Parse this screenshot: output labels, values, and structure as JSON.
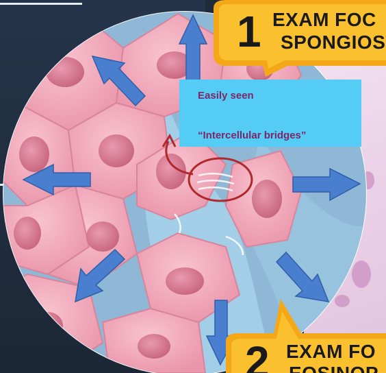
{
  "callout": {
    "line1": "Easily seen",
    "line2": "“Intercellular bridges”"
  },
  "badges": [
    {
      "number": "1",
      "line1": "EXAM FOC",
      "line2": "SPONGIOS"
    },
    {
      "number": "2",
      "line1": "EXAM FO",
      "line2": "EOSINOP"
    }
  ],
  "colors": {
    "callout_bg": "#55ccf6",
    "callout_text": "#7a2866",
    "badge_fill": "#f6b21a",
    "arrow_fill": "#4a7fd0",
    "cell_fill": "#f2a7b8",
    "nucleus_fill": "#d97a93",
    "fluid": "#a8d4ea",
    "ring": "#b0282a"
  },
  "icons": [
    "arrow-up",
    "arrow-up-left",
    "arrow-left",
    "arrow-down-left",
    "arrow-down",
    "arrow-down-right",
    "arrow-right",
    "highlight-circle",
    "curved-pointer"
  ]
}
